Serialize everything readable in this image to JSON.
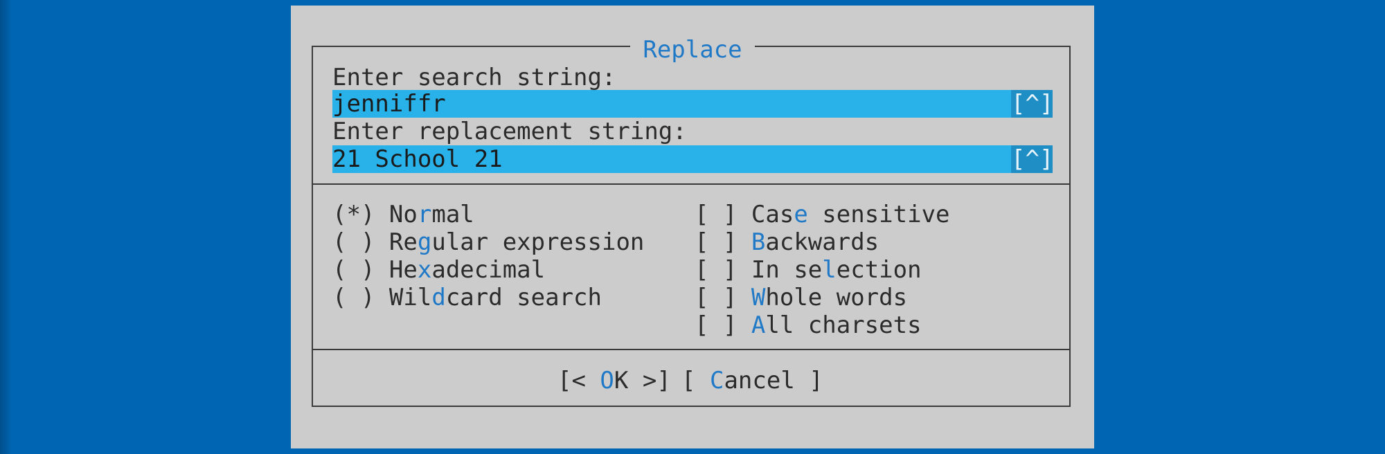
{
  "dialog": {
    "title": "Replace",
    "search_label": "Enter search string:",
    "search_value": "jenniffr",
    "replace_label": "Enter replacement string:",
    "replace_value": "21 School 21",
    "history_button": "[^]"
  },
  "modes": [
    {
      "mark": "(*)",
      "pre": "No",
      "hot": "r",
      "post": "mal"
    },
    {
      "mark": "( )",
      "pre": "Re",
      "hot": "g",
      "post": "ular expression"
    },
    {
      "mark": "( )",
      "pre": "He",
      "hot": "x",
      "post": "adecimal"
    },
    {
      "mark": "( )",
      "pre": "Wil",
      "hot": "d",
      "post": "card search"
    }
  ],
  "options": [
    {
      "mark": "[ ]",
      "pre": "Cas",
      "hot": "e",
      "post": " sensitive"
    },
    {
      "mark": "[ ]",
      "pre": "",
      "hot": "B",
      "post": "ackwards"
    },
    {
      "mark": "[ ]",
      "pre": "In se",
      "hot": "l",
      "post": "ection"
    },
    {
      "mark": "[ ]",
      "pre": "",
      "hot": "W",
      "post": "hole words"
    },
    {
      "mark": "[ ]",
      "pre": "",
      "hot": "A",
      "post": "ll charsets"
    }
  ],
  "buttons": {
    "ok": {
      "open": "[< ",
      "hot": "O",
      "rest": "K >]"
    },
    "cancel": {
      "open": "[ ",
      "hot": "C",
      "rest": "ancel ]"
    }
  },
  "colors": {
    "desktop": "#0066b3",
    "dialog": "#cccccc",
    "input": "#29b2ea",
    "hotkey": "#2079c7"
  }
}
